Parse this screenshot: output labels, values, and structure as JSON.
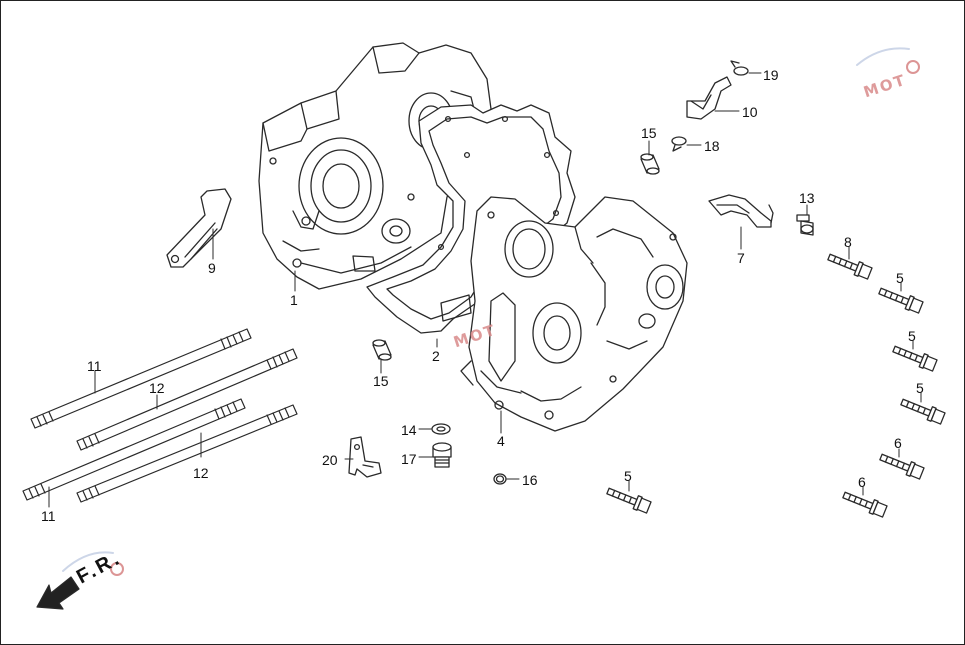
{
  "diagram": {
    "direction_label": "F.R.",
    "watermark_text": "MOT",
    "callouts": [
      {
        "id": "c1",
        "text": "1"
      },
      {
        "id": "c2",
        "text": "2"
      },
      {
        "id": "c4",
        "text": "4"
      },
      {
        "id": "c5a",
        "text": "5"
      },
      {
        "id": "c5b",
        "text": "5"
      },
      {
        "id": "c5c",
        "text": "5"
      },
      {
        "id": "c5d",
        "text": "5"
      },
      {
        "id": "c6a",
        "text": "6"
      },
      {
        "id": "c6b",
        "text": "6"
      },
      {
        "id": "c7",
        "text": "7"
      },
      {
        "id": "c8",
        "text": "8"
      },
      {
        "id": "c9",
        "text": "9"
      },
      {
        "id": "c10",
        "text": "10"
      },
      {
        "id": "c11a",
        "text": "11"
      },
      {
        "id": "c11b",
        "text": "11"
      },
      {
        "id": "c12a",
        "text": "12"
      },
      {
        "id": "c12b",
        "text": "12"
      },
      {
        "id": "c13",
        "text": "13"
      },
      {
        "id": "c14",
        "text": "14"
      },
      {
        "id": "c15a",
        "text": "15"
      },
      {
        "id": "c15b",
        "text": "15"
      },
      {
        "id": "c16",
        "text": "16"
      },
      {
        "id": "c17",
        "text": "17"
      },
      {
        "id": "c18",
        "text": "18"
      },
      {
        "id": "c19",
        "text": "19"
      },
      {
        "id": "c20",
        "text": "20"
      }
    ],
    "colors": {
      "line": "#2a2a2a",
      "fill": "#ffffff",
      "shade": "#cfcfcf",
      "watermark": "#d98a8a"
    }
  }
}
